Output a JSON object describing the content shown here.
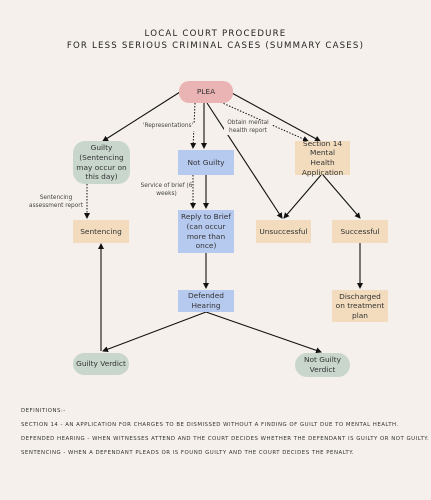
{
  "header": {
    "title_line1": "LOCAL COURT PROCEDURE",
    "title_line2": "FOR LESS SERIOUS CRIMINAL CASES (SUMMARY CASES)"
  },
  "nodes": {
    "plea": "PLEA",
    "guilty": "Guilty (Sentencing may occur on this day)",
    "not_guilty": "Not Guilty",
    "section14": "Section 14 Mental Health Application",
    "sentencing": "Sentencing",
    "reply_to_brief": "Reply to Brief (can occur more than once)",
    "unsuccessful": "Unsuccessful",
    "successful": "Successful",
    "defended_hearing": "Defended Hearing",
    "discharged": "Discharged on treatment plan",
    "guilty_verdict": "Guilty Verdict",
    "not_guilty_verdict": "Not Guilty Verdict"
  },
  "edge_labels": {
    "representations": "'Representations'",
    "obtain_report": "Obtain mental health report",
    "sentencing_report": "Sentencing assessment report",
    "service_of_brief": "Service of brief (6 weeks)"
  },
  "definitions": {
    "heading": "DEFINITIONS:-",
    "section14": "SECTION 14 - AN APPLICATION FOR CHARGES TO BE DISMISSED WITHOUT A FINDING OF GUILT DUE TO MENTAL HEALTH.",
    "defended_hearing": "DEFENDED HEARING - WHEN WITNESSES ATTEND AND THE COURT DECIDES WHETHER THE DEFENDANT IS GUILTY OR NOT GUILTY.",
    "sentencing": "SENTENCING - WHEN A DEFENDANT PLEADS OR IS FOUND GUILTY AND THE COURT DECIDES THE PENALTY."
  },
  "colors": {
    "plea": "#ebb4b4",
    "verdict": "#c8d6cc",
    "court_step": "#b6c9ef",
    "outcome": "#f2dcbd",
    "background": "#f5f0eb"
  }
}
